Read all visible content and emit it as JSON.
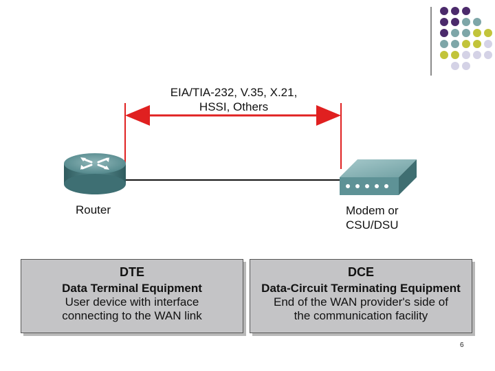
{
  "interface": {
    "line1": "EIA/TIA-232, V.35, X.21,",
    "line2": "HSSI, Others"
  },
  "router": {
    "label": "Router"
  },
  "modem": {
    "label_line1": "Modem or",
    "label_line2": "CSU/DSU"
  },
  "dte_box": {
    "title": "DTE",
    "subtitle": "Data Terminal Equipment",
    "desc_line1": "User device with interface",
    "desc_line2": "connecting to the WAN link"
  },
  "dce_box": {
    "title": "DCE",
    "subtitle": "Data-Circuit Terminating Equipment",
    "desc_line1": "End of the WAN provider's side of",
    "desc_line2": "the communication facility"
  },
  "page_number": "6",
  "colors": {
    "arrow": "#e02020",
    "box_fill": "#c4c4c6",
    "dot_purple": "#4b2a6b",
    "dot_teal": "#7ea6a8",
    "dot_olive": "#c2c43a",
    "dot_lavender": "#d4d2e6"
  }
}
